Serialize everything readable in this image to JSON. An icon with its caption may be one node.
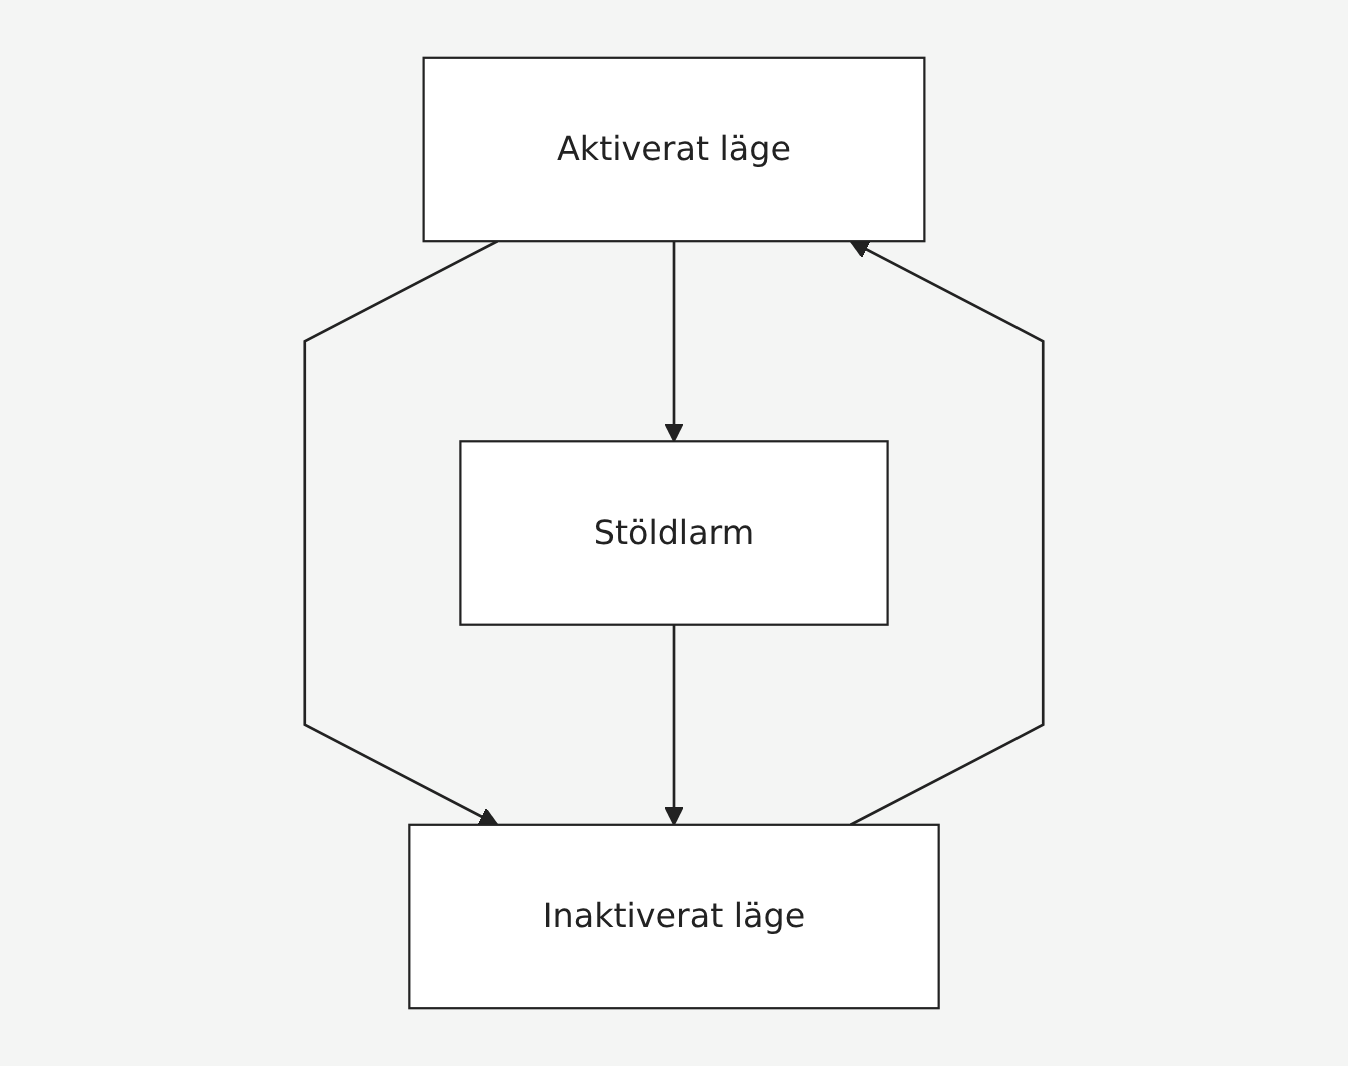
{
  "diagram": {
    "nodes": [
      {
        "text": [
          "Aktiverat läge"
        ]
      },
      {
        "text": [
          "Inaktiverat läge"
        ]
      },
      {
        "text": [
          "Stöldlarm"
        ]
      }
    ],
    "edges": [
      {
        "from": 1,
        "to": 0,
        "arrow": "to"
      },
      {
        "from": 0,
        "to": 1,
        "arrow": "to"
      },
      {
        "from": 0,
        "to": 2,
        "arrow": "to"
      },
      {
        "from": 2,
        "to": 1,
        "arrow": "to"
      }
    ]
  }
}
